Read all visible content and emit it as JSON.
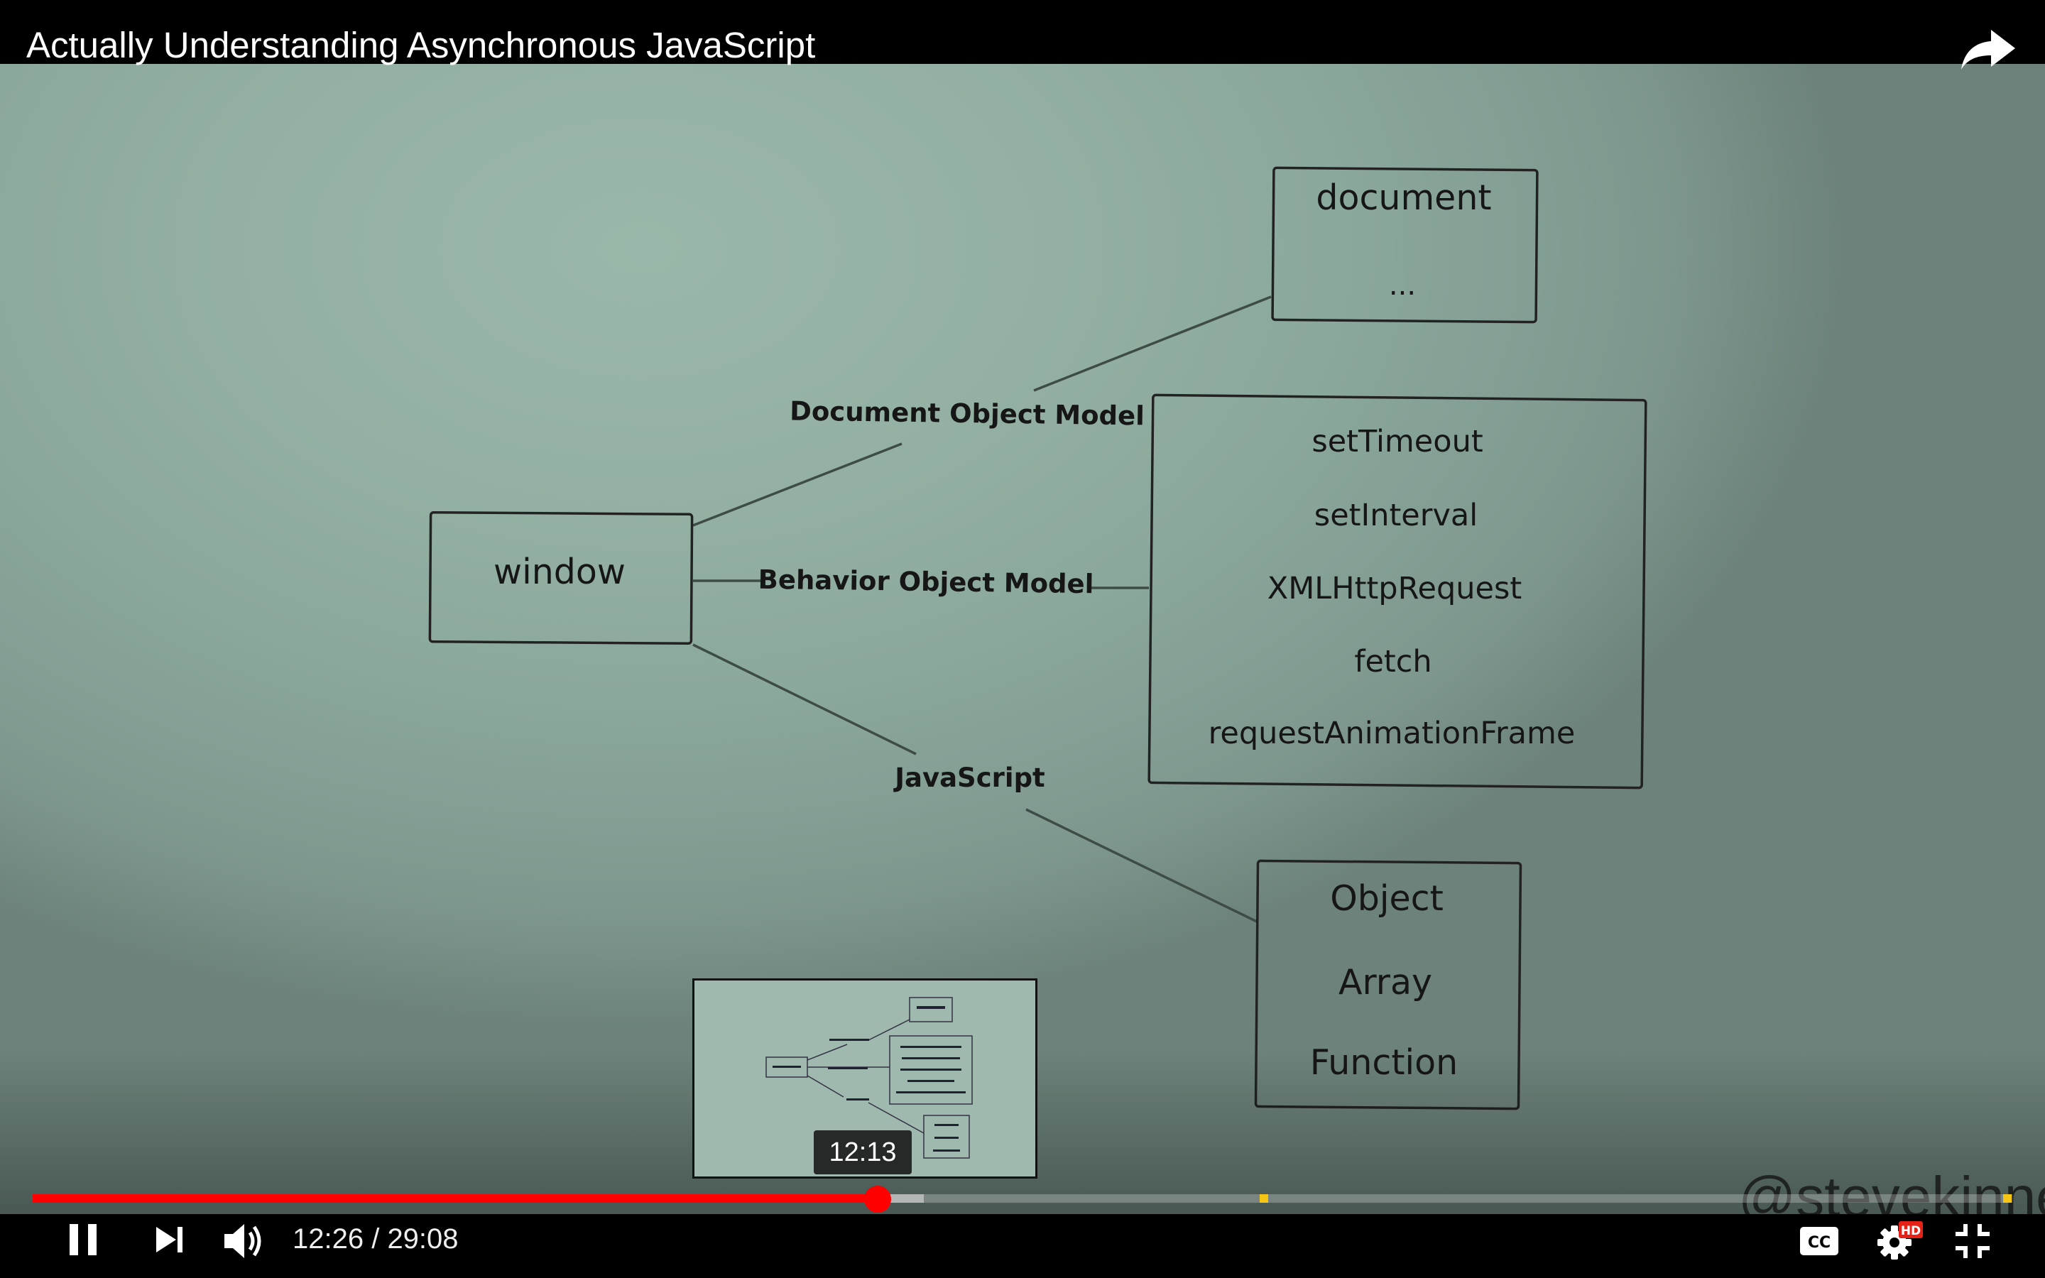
{
  "title_bar": {
    "title": "Actually Understanding Asynchronous JavaScript",
    "share_icon": "share-arrow-icon"
  },
  "diagram": {
    "root": "window",
    "branches": [
      {
        "label": "Document Object Model",
        "items": [
          "document",
          "..."
        ]
      },
      {
        "label": "Behavior Object Model",
        "items": [
          "setTimeout",
          "setInterval",
          "XMLHttpRequest",
          "fetch",
          "requestAnimationFrame"
        ]
      },
      {
        "label": "JavaScript",
        "items": [
          "Object",
          "Array",
          "Function"
        ]
      }
    ]
  },
  "watermark": "@stevekinney",
  "player": {
    "current_time": "12:26",
    "duration": "29:08",
    "time_display": "12:26 / 29:08",
    "played_fraction": 0.427,
    "buffered_fraction": 0.45,
    "chapter_markers": [
      0.624,
      0.9995
    ],
    "preview_time": "12:13",
    "hd_badge": "HD",
    "icons": {
      "play_pause": "pause-icon",
      "next": "next-icon",
      "volume": "volume-icon",
      "captions": "cc-icon",
      "settings": "gear-icon",
      "fullscreen": "exit-fullscreen-icon"
    },
    "colors": {
      "played": "#ff0000",
      "chapter": "#f5c518",
      "hd": "#e62117"
    }
  }
}
